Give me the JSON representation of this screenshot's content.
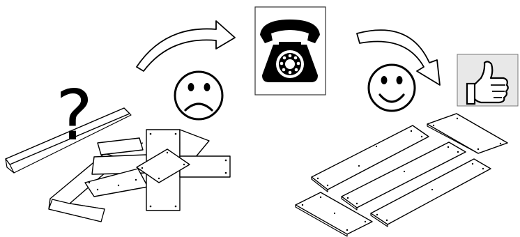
{
  "question_mark": "?",
  "panels": {
    "messy": "pile-of-flat-pack-panels",
    "tidy": "sorted-flat-pack-panels"
  },
  "icons": [
    "question-mark",
    "curved-arrow-right",
    "sad-face",
    "telephone",
    "curved-arrow-down-right",
    "happy-face",
    "thumbs-up"
  ],
  "colors": {
    "ink": "#000000",
    "paper": "#ffffff",
    "thumb_tile": "#e8e8e8"
  }
}
